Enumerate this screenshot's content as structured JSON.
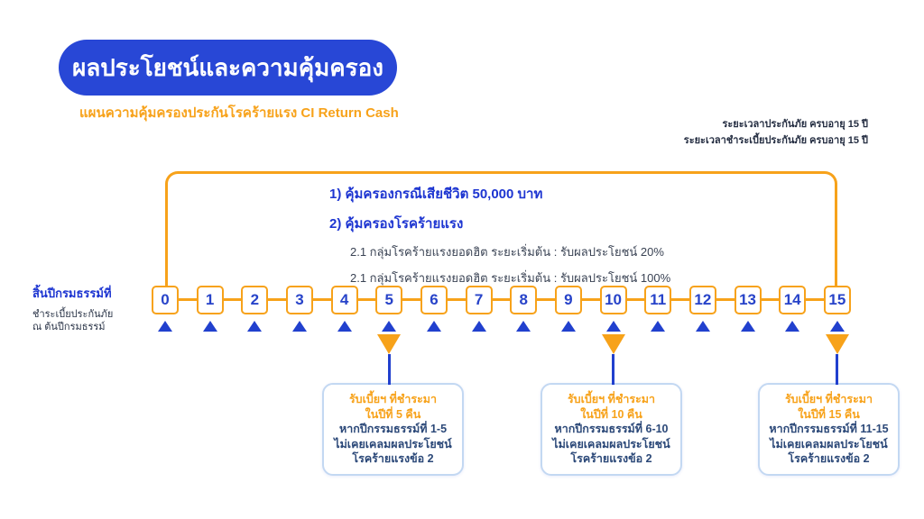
{
  "header": {
    "title": "ผลประโยชน์และความคุ้มครอง",
    "subtitle": "แผนความคุ้มครองประกันโรคร้ายแรง CI Return Cash"
  },
  "policy_terms": {
    "line1": "ระยะเวลาประกันภัย ครบอายุ 15 ปี",
    "line2": "ระยะเวลาชำระเบี้ยประกันภัย ครบอายุ 15 ปี"
  },
  "benefits": {
    "item1": "1) คุ้มครองกรณีเสียชีวิต 50,000 บาท",
    "item2": "2) คุ้มครองโรคร้ายแรง",
    "sub_item1": "2.1 กลุ่มโรคร้ายแรงยอดฮิต ระยะเริ่มต้น : รับผลประโยชน์ 20%",
    "sub_item2": "2.1 กลุ่มโรคร้ายแรงยอดฮิต ระยะเริ่มต้น : รับผลประโยชน์ 100%"
  },
  "timeline": {
    "axis_label": "สิ้นปีกรมธรรม์ที่",
    "note_line1": "ชำระเบี้ยประกันภัย",
    "note_line2": "ณ ต้นปีกรมธรรม์",
    "years": [
      "0",
      "1",
      "2",
      "3",
      "4",
      "5",
      "6",
      "7",
      "8",
      "9",
      "10",
      "11",
      "12",
      "13",
      "14",
      "15"
    ],
    "payout_years": [
      "5",
      "10",
      "15"
    ]
  },
  "callouts": [
    {
      "line1": "รับเบี้ยฯ ที่ชำระมา",
      "line2": "ในปีที่ 5 คืน",
      "line3": "หากปีกรรมธรรม์ที่ 1-5",
      "line4": "ไม่เคยเคลมผลประโยชน์",
      "line5": "โรคร้ายแรงข้อ 2"
    },
    {
      "line1": "รับเบี้ยฯ ที่ชำระมา",
      "line2": "ในปีที่ 10 คืน",
      "line3": "หากปีกรรมธรรม์ที่ 6-10",
      "line4": "ไม่เคยเคลมผลประโยชน์",
      "line5": "โรคร้ายแรงข้อ 2"
    },
    {
      "line1": "รับเบี้ยฯ ที่ชำระมา",
      "line2": "ในปีที่ 15 คืน",
      "line3": "หากปีกรรมธรรม์ที่ 11-15",
      "line4": "ไม่เคยเคลมผลประโยชน์",
      "line5": "โรคร้ายแรงข้อ 2"
    }
  ],
  "colors": {
    "primary_blue": "#2847D6",
    "accent_orange": "#F7A21A",
    "marker_blue": "#2140CE",
    "navy_text": "#2B4878",
    "callout_border": "#C3D8F2"
  }
}
